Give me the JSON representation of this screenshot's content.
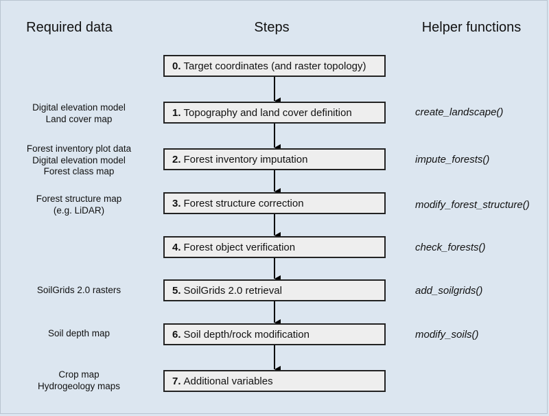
{
  "headers": {
    "required": "Required data",
    "steps": "Steps",
    "helpers": "Helper functions"
  },
  "steps": [
    {
      "num": "0.",
      "label": "Target coordinates (and raster topology)",
      "required": [],
      "helper": ""
    },
    {
      "num": "1.",
      "label": "Topography and land cover definition",
      "required": [
        "Digital elevation model",
        "Land cover map"
      ],
      "helper": "create_landscape()"
    },
    {
      "num": "2.",
      "label": "Forest inventory imputation",
      "required": [
        "Forest inventory plot data",
        "Digital elevation model",
        "Forest class map"
      ],
      "helper": "impute_forests()"
    },
    {
      "num": "3.",
      "label": "Forest structure correction",
      "required": [
        "Forest structure map",
        "(e.g. LiDAR)"
      ],
      "helper": "modify_forest_structure()"
    },
    {
      "num": "4.",
      "label": "Forest object verification",
      "required": [],
      "helper": "check_forests()"
    },
    {
      "num": "5.",
      "label": "SoilGrids 2.0 retrieval",
      "required": [
        "SoilGrids 2.0 rasters"
      ],
      "helper": "add_soilgrids()"
    },
    {
      "num": "6.",
      "label": "Soil depth/rock modification",
      "required": [
        "Soil depth map"
      ],
      "helper": "modify_soils()"
    },
    {
      "num": "7.",
      "label": "Additional variables",
      "required": [
        "Crop map",
        "Hydrogeology maps"
      ],
      "helper": ""
    }
  ]
}
